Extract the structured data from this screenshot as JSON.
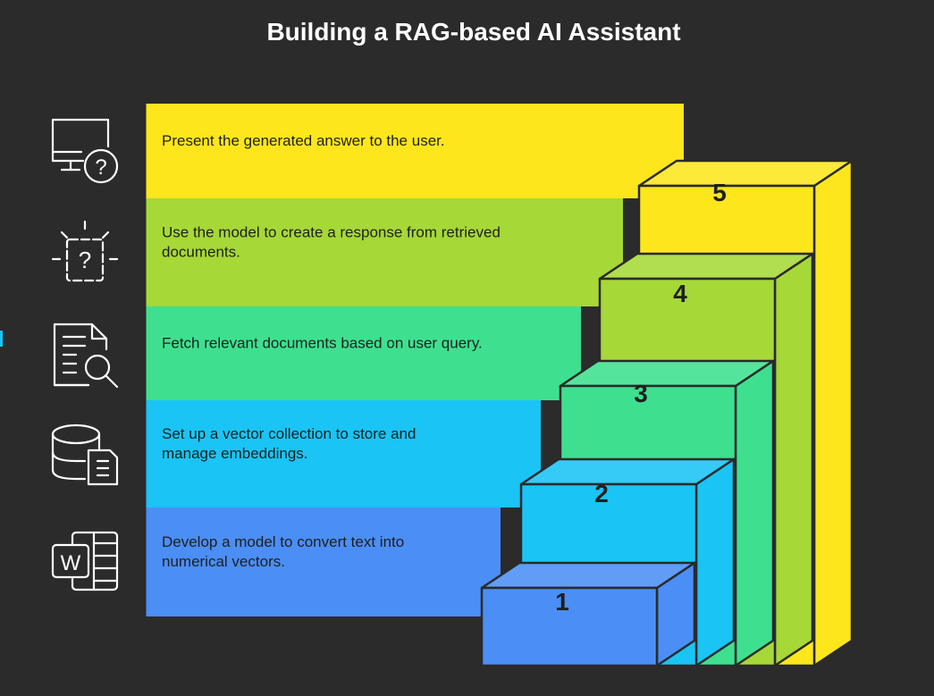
{
  "title": "Building a RAG-based AI Assistant",
  "steps": [
    {
      "number": "1",
      "lines": [
        "Develop a model to convert text into",
        "numerical vectors."
      ],
      "color": "#4b8ef5",
      "icon": "word-document-icon"
    },
    {
      "number": "2",
      "lines": [
        "Set up a vector collection to store and",
        "manage embeddings."
      ],
      "color": "#1ac4f5",
      "icon": "database-document-icon"
    },
    {
      "number": "3",
      "lines": [
        "Fetch relevant documents based on user query."
      ],
      "color": "#3ee08f",
      "icon": "document-search-icon"
    },
    {
      "number": "4",
      "lines": [
        "Use the model to create a response from retrieved",
        "documents."
      ],
      "color": "#a6d838",
      "icon": "question-idea-icon"
    },
    {
      "number": "5",
      "lines": [
        "Present the generated answer to the user."
      ],
      "color": "#fde61c",
      "icon": "monitor-question-icon"
    }
  ],
  "colors": {
    "background": "#2b2b2b",
    "outline": "#2a2a2a",
    "text_dark": "#1f1f1f",
    "title": "#ffffff",
    "icon": "#ffffff"
  }
}
